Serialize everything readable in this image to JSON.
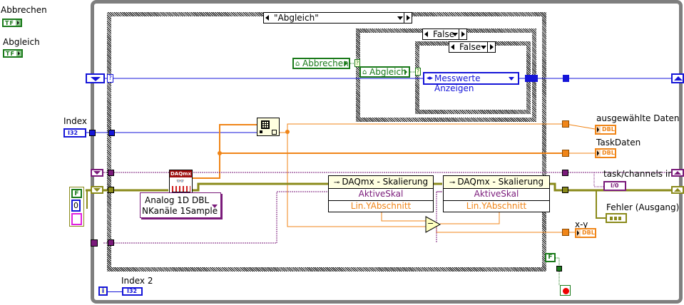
{
  "front_labels": {
    "abbrechen": "Abbrechen",
    "abgleich": "Abgleich",
    "bool_glyph": "TF"
  },
  "case_outer": {
    "selector": "\"Abgleich\""
  },
  "case_inner1": {
    "selector": "False"
  },
  "case_inner2": {
    "selector": "False"
  },
  "local_vars": {
    "abbrechen": "Abbrechen",
    "abgleich": "Abgleich",
    "question": "?"
  },
  "enum_const": {
    "value": "Messwerte Anzeigen"
  },
  "index_control": {
    "label": "Index",
    "type": "I32"
  },
  "index2": {
    "label": "Index 2",
    "type": "I32",
    "iteration_glyph": "i"
  },
  "daqmx_read": {
    "icon_title": "DAQmx",
    "selector_line1": "Analog 1D DBL",
    "selector_line2": "NKanäle 1Sample"
  },
  "property_nodes": [
    {
      "title": "DAQmx - Skalierung",
      "row1": "AktiveSkal",
      "row2": "Lin.YAbschnitt"
    },
    {
      "title": "DAQmx - Skalierung",
      "row1": "AktiveSkal",
      "row2": "Lin.YAbschnitt"
    }
  ],
  "subtract": {
    "glyph": "−"
  },
  "indicators": {
    "ausgewaehlte_daten": {
      "label": "ausgewählte Daten",
      "type": "DBL"
    },
    "taskdaten": {
      "label": "TaskDaten",
      "type": "DBL"
    },
    "task_channels_in": {
      "label": "task/channels in",
      "type": "I/0"
    },
    "fehler_ausgang": {
      "label": "Fehler (Ausgang)"
    },
    "x_y": {
      "label": "x-y",
      "type": "DBL"
    }
  },
  "error_cluster_const": {
    "status": "F",
    "code": "0"
  },
  "false_const": {
    "value": "F"
  },
  "colors": {
    "boolean": "#1a7a1a",
    "enum": "#1515d8",
    "dbl": "#f08518",
    "refnum": "#7a1a7a",
    "error": "#8a8a1a",
    "loop": "#7f7f7f"
  }
}
